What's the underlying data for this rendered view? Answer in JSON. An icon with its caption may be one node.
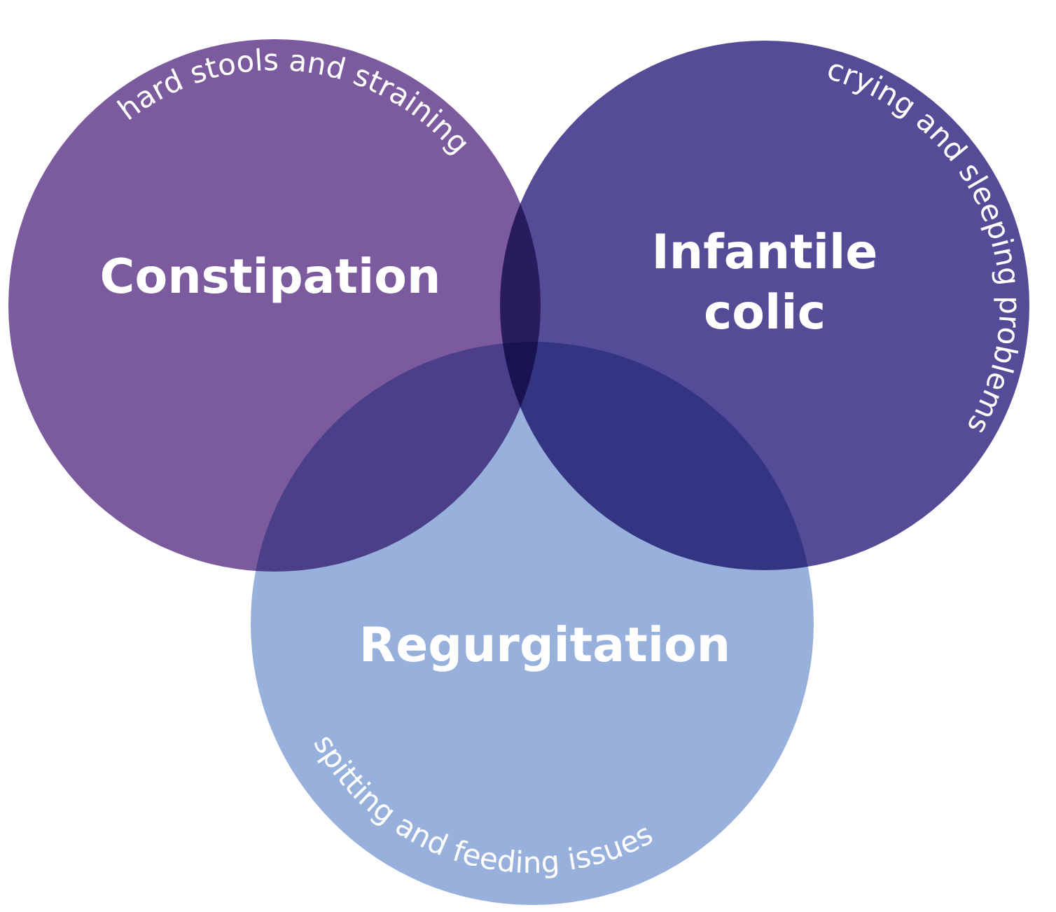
{
  "diagram": {
    "nodes": [
      {
        "text": [
          "hard stools and straining",
          "Constipation"
        ]
      },
      {
        "text": [
          "crying and sleeping problems",
          "Infantile colic"
        ]
      },
      {
        "text": [
          "Regurgitation",
          "spitting and feeding issues"
        ]
      }
    ]
  }
}
